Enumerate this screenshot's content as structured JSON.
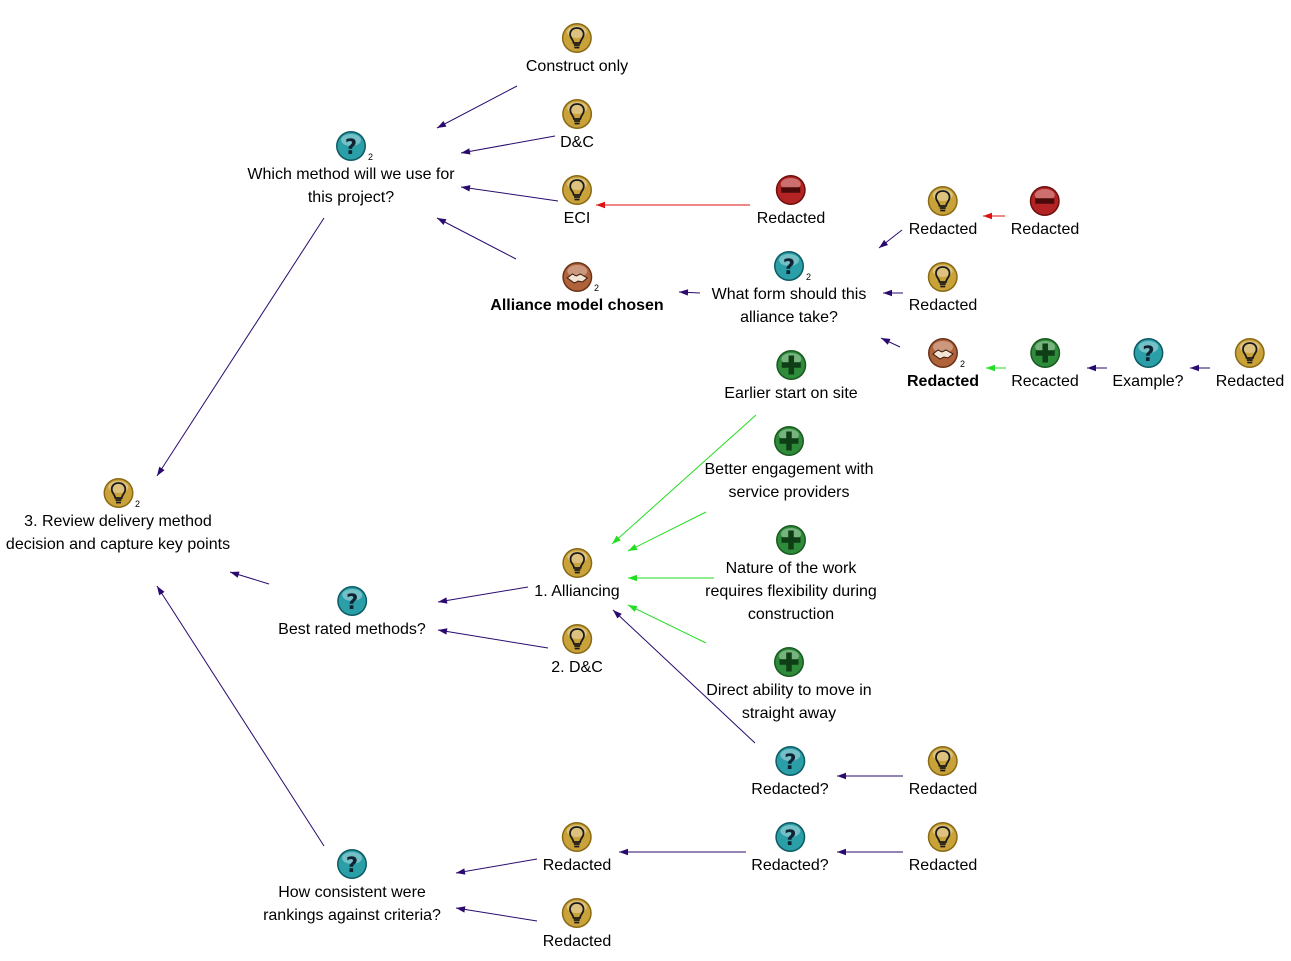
{
  "colors": {
    "supports_arrow": "#22dd22",
    "objects_arrow": "#dd1111",
    "response_arrow": "#2a0a6e",
    "idea_icon": "#c9a23a",
    "question_icon": "#2a9fa8",
    "pro_icon": "#2e8b3a",
    "con_icon": "#b32323",
    "decision_icon": "#b0623a"
  },
  "nodes": {
    "root": {
      "icon": "lightbulb-icon",
      "badge": "2",
      "label": "3. Review delivery method decision and capture key points"
    },
    "q_method": {
      "icon": "question-icon",
      "badge": "2",
      "label": "Which method will we use for this project?"
    },
    "i_construct": {
      "icon": "lightbulb-icon",
      "label": "Construct only"
    },
    "i_dc": {
      "icon": "lightbulb-icon",
      "label": "D&C"
    },
    "i_eci": {
      "icon": "lightbulb-icon",
      "label": "ECI"
    },
    "c_eci": {
      "icon": "minus-icon",
      "label": "Redacted"
    },
    "d_alliance": {
      "icon": "handshake-icon",
      "badge": "2",
      "label": "Alliance model chosen"
    },
    "q_form": {
      "icon": "question-icon",
      "badge": "2",
      "label": "What form should this alliance take?"
    },
    "i_r1": {
      "icon": "lightbulb-icon",
      "label": "Redacted"
    },
    "c_r1": {
      "icon": "minus-icon",
      "label": "Redacted"
    },
    "i_r2": {
      "icon": "lightbulb-icon",
      "label": "Redacted"
    },
    "d_r3": {
      "icon": "handshake-icon",
      "badge": "2",
      "label": "Redacted"
    },
    "p_recacted": {
      "icon": "plus-icon",
      "label": "Recacted"
    },
    "q_example": {
      "icon": "question-icon",
      "label": "Example?"
    },
    "i_r4": {
      "icon": "lightbulb-icon",
      "label": "Redacted"
    },
    "p_earlier": {
      "icon": "plus-icon",
      "label": "Earlier start on site"
    },
    "p_better": {
      "icon": "plus-icon",
      "label": "Better engagement with service providers"
    },
    "p_nature": {
      "icon": "plus-icon",
      "label": "Nature of the work requires flexibility during construction"
    },
    "p_direct": {
      "icon": "plus-icon",
      "label": "Direct ability to move in straight away"
    },
    "i_alliancing": {
      "icon": "lightbulb-icon",
      "label": "1. Alliancing"
    },
    "i_dc2": {
      "icon": "lightbulb-icon",
      "label": "2. D&C"
    },
    "q_best": {
      "icon": "question-icon",
      "label": "Best rated methods?"
    },
    "q_red1": {
      "icon": "question-icon",
      "label": "Redacted?"
    },
    "i_r5": {
      "icon": "lightbulb-icon",
      "label": "Redacted"
    },
    "q_red2": {
      "icon": "question-icon",
      "label": "Redacted?"
    },
    "i_r6": {
      "icon": "lightbulb-icon",
      "label": "Redacted"
    },
    "i_r7": {
      "icon": "lightbulb-icon",
      "label": "Redacted"
    },
    "q_consistent": {
      "icon": "question-icon",
      "label": "How consistent were rankings against criteria?"
    },
    "i_r8": {
      "icon": "lightbulb-icon",
      "label": "Redacted"
    }
  },
  "edges": [
    {
      "from": "i_construct",
      "to": "q_method",
      "type": "response"
    },
    {
      "from": "i_dc",
      "to": "q_method",
      "type": "response"
    },
    {
      "from": "i_eci",
      "to": "q_method",
      "type": "response"
    },
    {
      "from": "d_alliance",
      "to": "q_method",
      "type": "response"
    },
    {
      "from": "c_eci",
      "to": "i_eci",
      "type": "objects"
    },
    {
      "from": "q_form",
      "to": "d_alliance",
      "type": "response"
    },
    {
      "from": "i_r1",
      "to": "q_form",
      "type": "response"
    },
    {
      "from": "c_r1",
      "to": "i_r1",
      "type": "objects"
    },
    {
      "from": "i_r2",
      "to": "q_form",
      "type": "response"
    },
    {
      "from": "d_r3",
      "to": "q_form",
      "type": "response"
    },
    {
      "from": "p_recacted",
      "to": "d_r3",
      "type": "supports"
    },
    {
      "from": "q_example",
      "to": "p_recacted",
      "type": "response"
    },
    {
      "from": "i_r4",
      "to": "q_example",
      "type": "response"
    },
    {
      "from": "q_method",
      "to": "root",
      "type": "response"
    },
    {
      "from": "q_best",
      "to": "root",
      "type": "response"
    },
    {
      "from": "q_consistent",
      "to": "root",
      "type": "response"
    },
    {
      "from": "i_alliancing",
      "to": "q_best",
      "type": "response"
    },
    {
      "from": "i_dc2",
      "to": "q_best",
      "type": "response"
    },
    {
      "from": "p_earlier",
      "to": "i_alliancing",
      "type": "supports"
    },
    {
      "from": "p_better",
      "to": "i_alliancing",
      "type": "supports"
    },
    {
      "from": "p_nature",
      "to": "i_alliancing",
      "type": "supports"
    },
    {
      "from": "p_direct",
      "to": "i_alliancing",
      "type": "supports"
    },
    {
      "from": "q_red1",
      "to": "i_alliancing",
      "type": "response"
    },
    {
      "from": "i_r5",
      "to": "q_red1",
      "type": "response"
    },
    {
      "from": "i_r6",
      "to": "q_consistent",
      "type": "response"
    },
    {
      "from": "q_red2",
      "to": "i_r6",
      "type": "response"
    },
    {
      "from": "i_r7",
      "to": "q_red2",
      "type": "response"
    },
    {
      "from": "i_r8",
      "to": "q_consistent",
      "type": "response"
    }
  ]
}
